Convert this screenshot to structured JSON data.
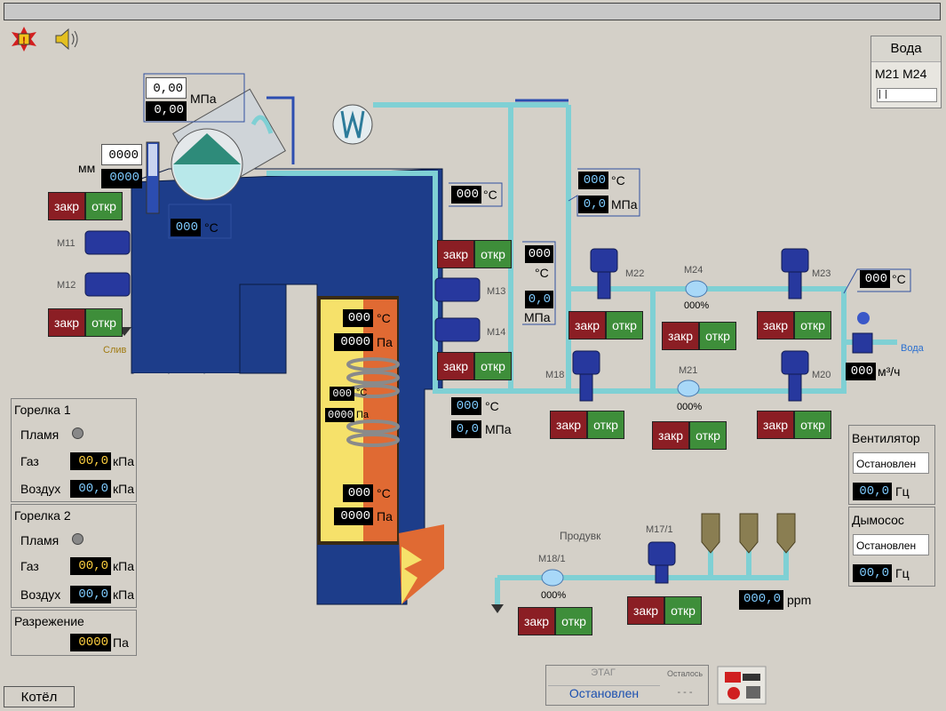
{
  "topbar": {
    "alarm_icon": "alarm-icon",
    "sound_icon": "speaker-icon"
  },
  "water_selector": {
    "title": "Вода",
    "options": "M21 M24"
  },
  "drum": {
    "pressure_input": "0,00",
    "pressure_value": "0,00",
    "pressure_unit": "МПа",
    "level_input": "0000",
    "level_value": "0000",
    "level_unit": "мм",
    "temp_value": "000",
    "temp_unit": "°C"
  },
  "boiler_top_temp": {
    "value": "000",
    "unit": "°C"
  },
  "line_top": {
    "temp_value": "000",
    "temp_unit": "°C",
    "press_value": "0,0",
    "press_unit": "МПа"
  },
  "line_mid": {
    "temp_value": "000",
    "temp_unit": "°C",
    "press_value": "0,0",
    "press_unit": "МПа"
  },
  "line_bottom": {
    "temp_value": "000",
    "temp_unit": "°C",
    "press_value": "0,0",
    "press_unit": "МПа"
  },
  "right_temp": {
    "value": "000",
    "unit": "°C"
  },
  "flow": {
    "value": "000",
    "unit": "м³/ч",
    "label": "Вода"
  },
  "furnace": {
    "t1": "000",
    "t1_unit": "°C",
    "p1": "0000",
    "p1_unit": "Па",
    "t2": "000",
    "t2_unit": "°C",
    "p2": "0000",
    "p2_unit": "Па",
    "t3": "000",
    "t3_unit": "°C",
    "p3": "0000",
    "p3_unit": "Па"
  },
  "valves": {
    "m11": "M11",
    "m12": "M12",
    "m13": "M13",
    "m14": "M14",
    "m18": "M18",
    "m20": "M20",
    "m21": "M21",
    "m22": "M22",
    "m23": "M23",
    "m24": "M24",
    "m17_1": "M17/1",
    "m18_1": "M18/1",
    "m21_pct": "000%",
    "m24_pct": "000%",
    "m18_1_pct": "000%"
  },
  "buttons": {
    "close": "закр",
    "open": "откр"
  },
  "drain_label": "Слив",
  "blowdown_label": "Продувк",
  "ppm": {
    "value": "000,0",
    "unit": "ppm"
  },
  "burner1": {
    "title": "Горелка 1",
    "flame": "Пламя",
    "gas": "Газ",
    "gas_value": "00,0",
    "gas_unit": "кПа",
    "air": "Воздух",
    "air_value": "00,0",
    "air_unit": "кПа"
  },
  "burner2": {
    "title": "Горелка 2",
    "flame": "Пламя",
    "gas": "Газ",
    "gas_value": "00,0",
    "gas_unit": "кПа",
    "air": "Воздух",
    "air_value": "00,0",
    "air_unit": "кПа"
  },
  "vacuum": {
    "title": "Разрежение",
    "value": "0000",
    "unit": "Па"
  },
  "fan": {
    "title": "Вентилятор",
    "status": "Остановлен",
    "value": "00,0",
    "unit": "Гц"
  },
  "exhaust": {
    "title": "Дымосос",
    "status": "Остановлен",
    "value": "00,0",
    "unit": "Гц"
  },
  "stage": {
    "header": "ЭТАГ",
    "remaining_header": "Осталось",
    "status": "Остановлен",
    "remaining": "- - -"
  },
  "tab": {
    "label": "Котёл"
  },
  "colors": {
    "boiler": "#1d3d8a",
    "pipe": "#7fd0d4",
    "close_btn": "#8b1e24",
    "open_btn": "#3e8e3a",
    "furnace_yellow": "#f6e16a",
    "furnace_orange": "#e06a33"
  }
}
